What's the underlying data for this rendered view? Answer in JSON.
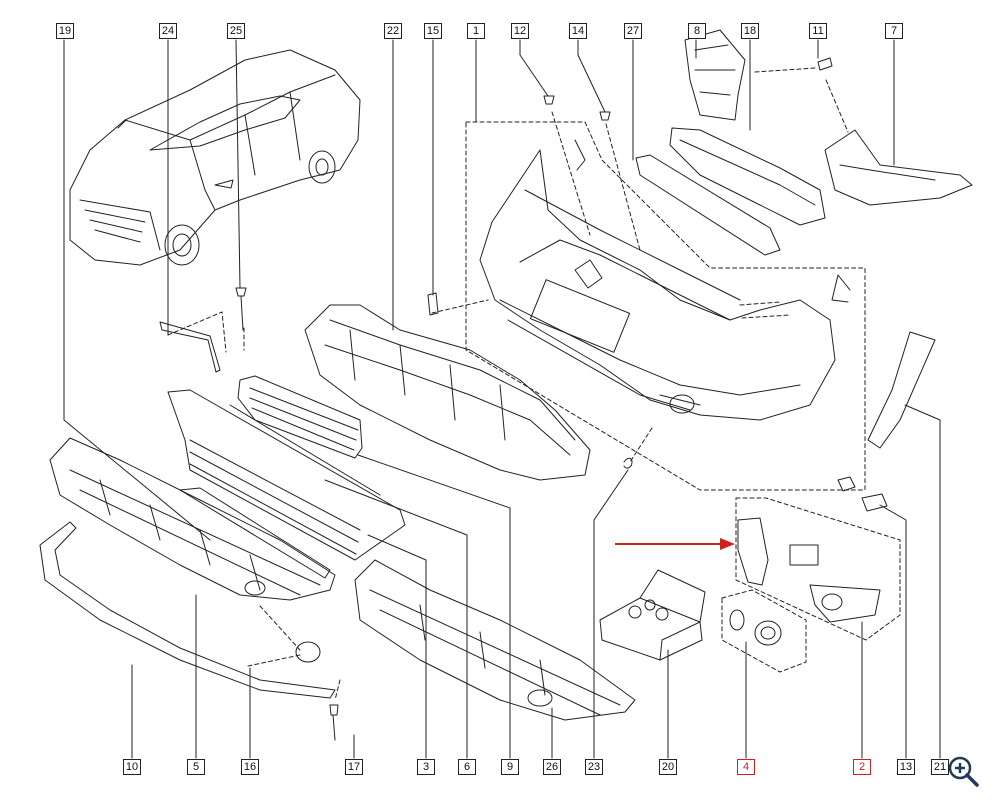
{
  "callouts": {
    "c19": "19",
    "c24": "24",
    "c25": "25",
    "c22": "22",
    "c15": "15",
    "c1": "1",
    "c12": "12",
    "c14": "14",
    "c27": "27",
    "c8": "8",
    "c18": "18",
    "c11": "11",
    "c7": "7",
    "c10": "10",
    "c5": "5",
    "c16": "16",
    "c17": "17",
    "c3": "3",
    "c6": "6",
    "c9": "9",
    "c26": "26",
    "c23": "23",
    "c20": "20",
    "c4": "4",
    "c2": "2",
    "c13": "13",
    "c21": "21"
  },
  "highlighted_callouts": [
    "4",
    "2"
  ],
  "colors": {
    "line": "#222222",
    "highlight": "#d21f1f",
    "arrow": "#d21f1f",
    "zoom": "#1f3a5a"
  },
  "icons": {
    "zoom": "zoom-in-icon",
    "pointer": "red-arrow-icon"
  }
}
